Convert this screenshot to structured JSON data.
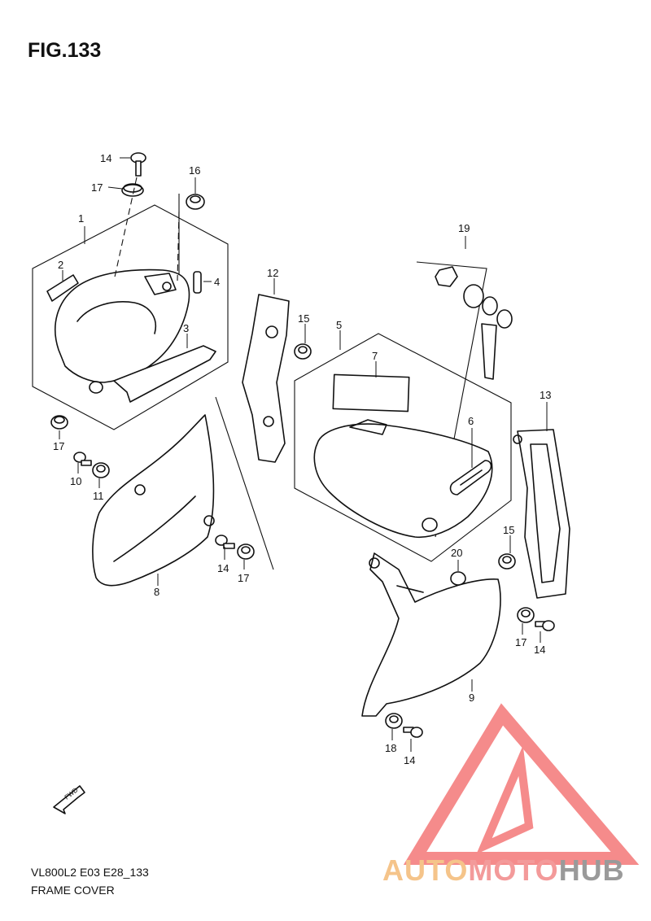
{
  "figure": {
    "title": "FIG.133"
  },
  "footer": {
    "model_code": "VL800L2 E03 E28_133",
    "section_name": "FRAME COVER"
  },
  "fwd_label": "FWD",
  "watermark": {
    "part1": "AUTO",
    "part2": "MOTO",
    "part3": "HUB",
    "colors": {
      "logo": "#f58b8b",
      "auto": "#f5c48a",
      "moto": "#f39a9a",
      "hub": "#9a9a9a"
    }
  },
  "callouts": {
    "c1": "1",
    "c2": "2",
    "c3": "3",
    "c4": "4",
    "c5": "5",
    "c6": "6",
    "c7": "7",
    "c8": "8",
    "c9": "9",
    "c10": "10",
    "c11": "11",
    "c12": "12",
    "c13": "13",
    "c14a": "14",
    "c14b": "14",
    "c14c": "14",
    "c14d": "14",
    "c15a": "15",
    "c15b": "15",
    "c16": "16",
    "c17a": "17",
    "c17b": "17",
    "c17c": "17",
    "c17d": "17",
    "c18": "18",
    "c19": "19",
    "c20": "20"
  }
}
